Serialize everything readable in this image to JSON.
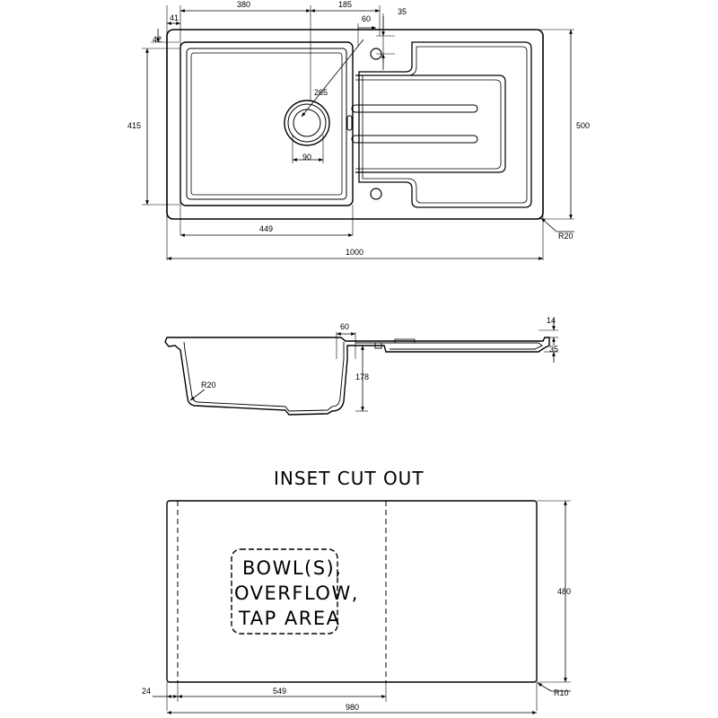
{
  "plan": {
    "width_1000": "1000",
    "bowl_380": "380",
    "drainer_185": "185",
    "offset_41": "41",
    "offset_42": "42",
    "tap_60": "60",
    "tap_35": "35",
    "waste_265": "265",
    "height_415": "415",
    "height_500": "500",
    "waste_90": "90",
    "bowl_449": "449",
    "radius_r20": "R20"
  },
  "section": {
    "dim_60": "60",
    "dim_14": "14",
    "dim_35": "35",
    "depth_178": "178",
    "radius_r20": "R20"
  },
  "cutout": {
    "title": "INSET CUT OUT",
    "area_line1": "BOWL(S),",
    "area_line2": "OVERFLOW,",
    "area_line3": "TAP AREA",
    "height_480": "480",
    "offset_24": "24",
    "width_549": "549",
    "width_980": "980",
    "radius_r10": "R10"
  }
}
